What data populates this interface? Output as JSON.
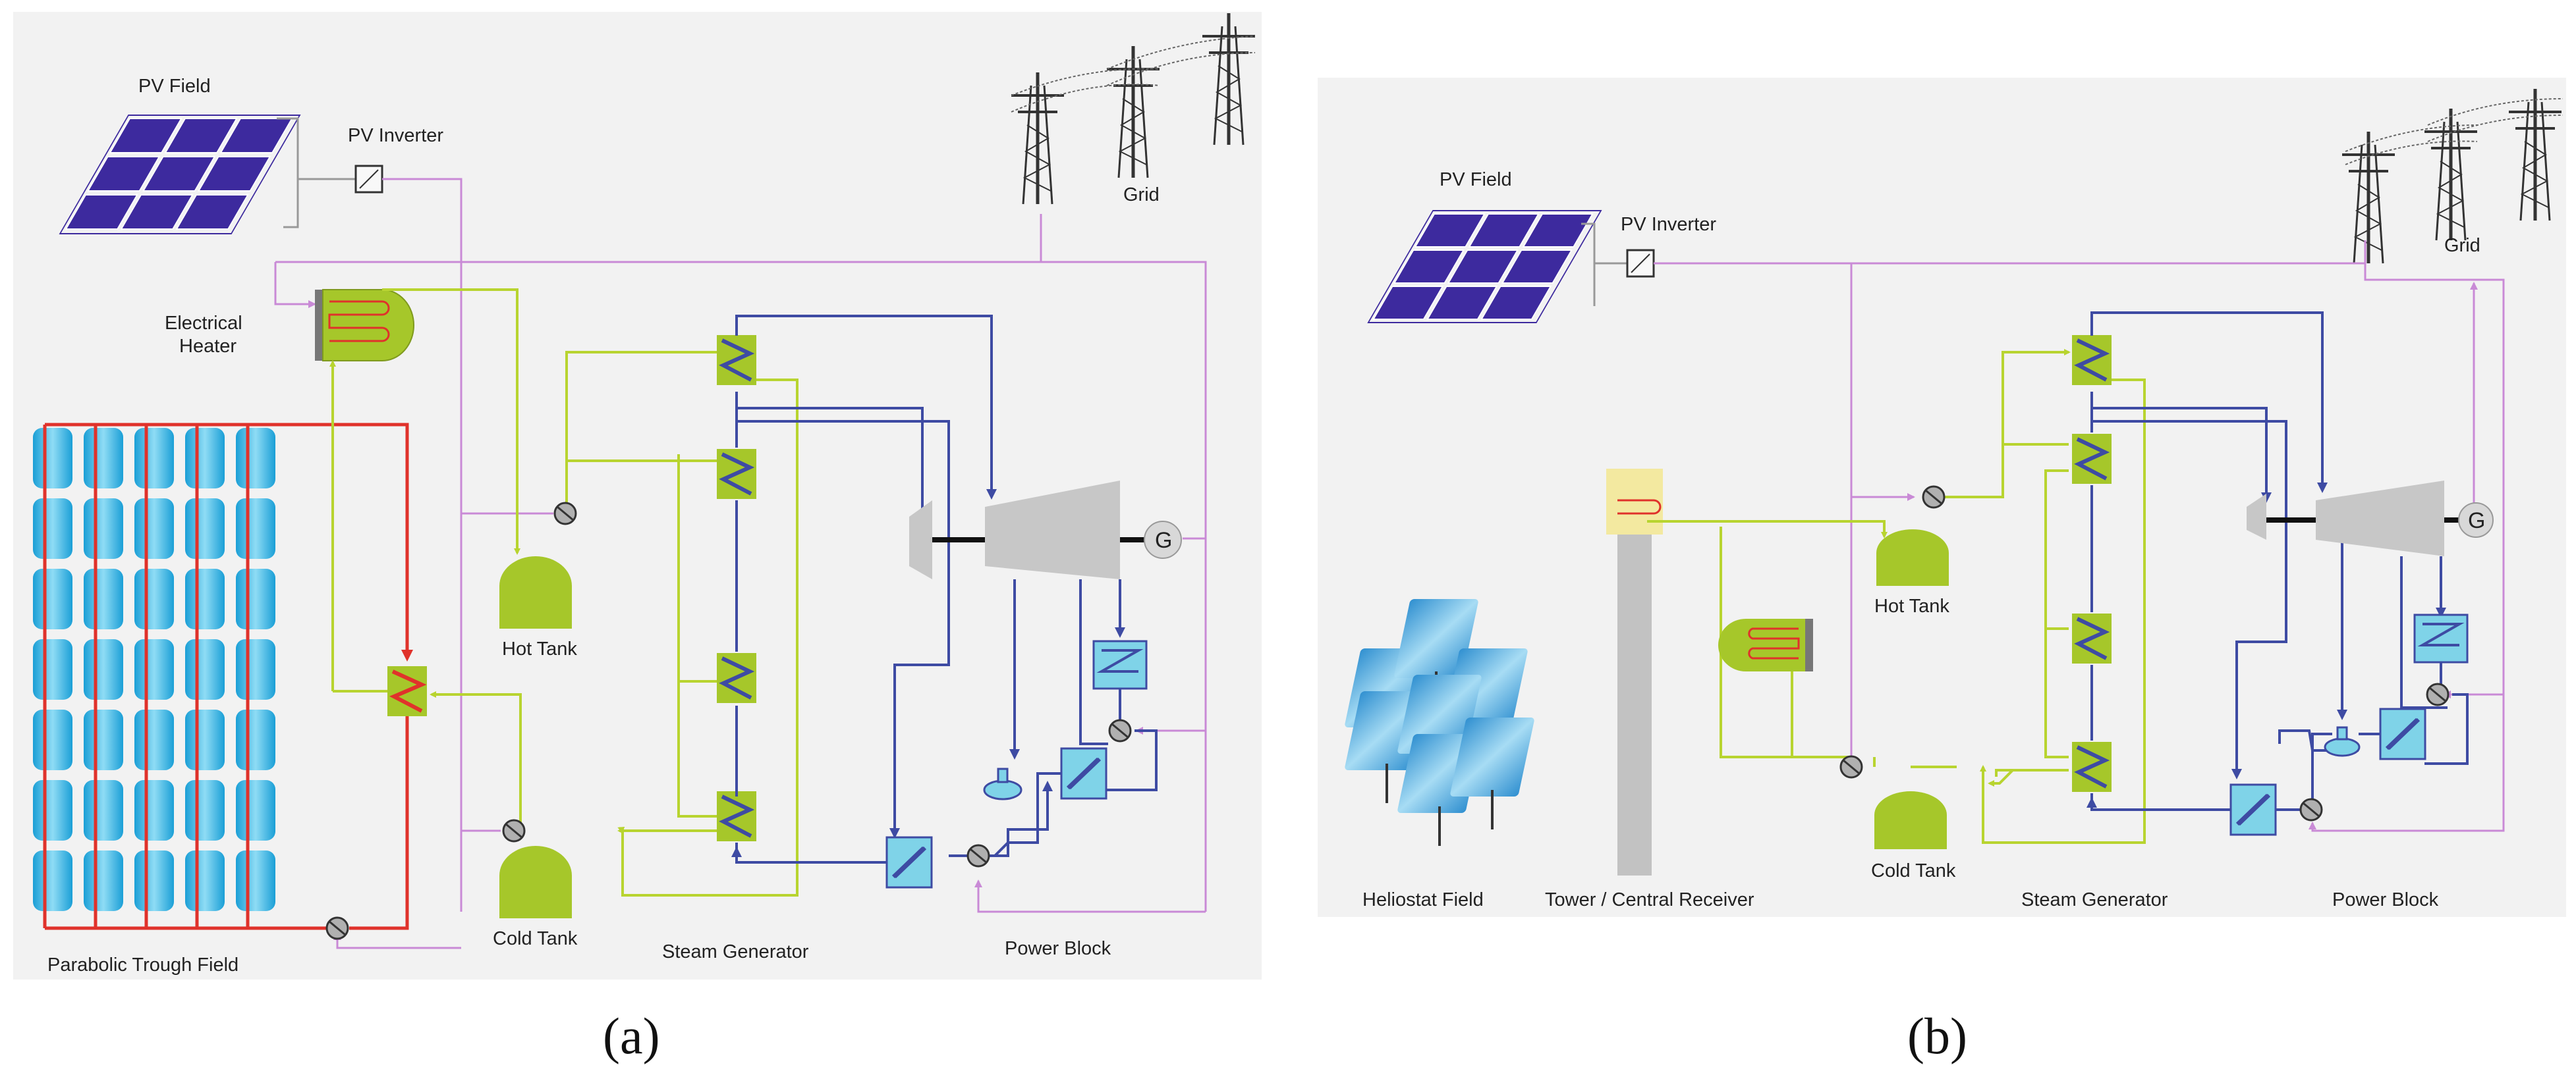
{
  "panels": [
    {
      "label": "(a)",
      "text": {
        "pv_field": "PV Field",
        "pv_inverter": "PV Inverter",
        "grid": "Grid",
        "heater_line1": "Electrical",
        "heater_line2": "Heater",
        "hot_tank": "Hot Tank",
        "cold_tank": "Cold Tank",
        "steam_generator": "Steam Generator",
        "power_block": "Power Block",
        "solar_field": "Parabolic Trough Field",
        "generator": "G"
      }
    },
    {
      "label": "(b)",
      "text": {
        "pv_field": "PV Field",
        "pv_inverter": "PV Inverter",
        "grid": "Grid",
        "hot_tank": "Hot Tank",
        "cold_tank": "Cold Tank",
        "steam_generator": "Steam Generator",
        "power_block": "Power Block",
        "heliostat_field": "Heliostat Field",
        "tower": "Tower / Central Receiver",
        "generator": "G"
      }
    }
  ],
  "colors": {
    "salt_line": "#b8d430",
    "water_line": "#3e4ba3",
    "electric_line": "#c98ad6",
    "htf_line": "#e0322b",
    "component": "#a6c72a",
    "condenser": "#7fd3e8",
    "turbine": "#c7c7c7",
    "pv_panel": "#3d2a9e",
    "background": "#f2f2f2"
  }
}
